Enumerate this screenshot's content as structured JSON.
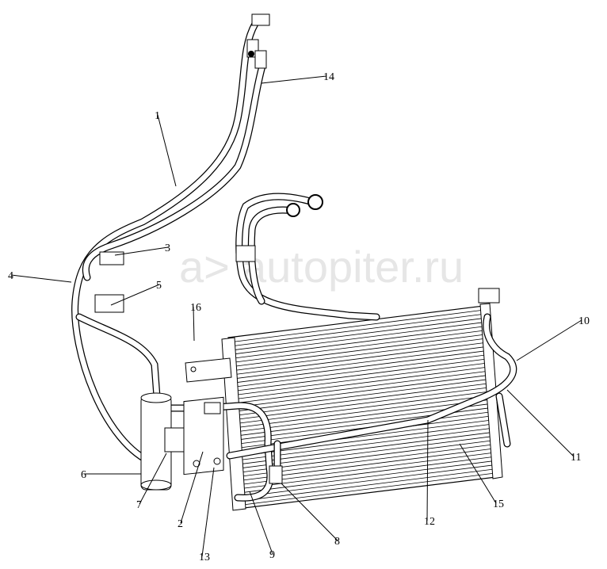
{
  "watermark": "autopiter.ru",
  "watermark_mark": "a>",
  "callouts": [
    "1",
    "14",
    "3",
    "4",
    "5",
    "16",
    "10",
    "11",
    "6",
    "7",
    "2",
    "13",
    "9",
    "8",
    "12",
    "15"
  ],
  "colors": {
    "line": "#000000",
    "background": "#ffffff",
    "watermark": "#e6e6e6"
  }
}
